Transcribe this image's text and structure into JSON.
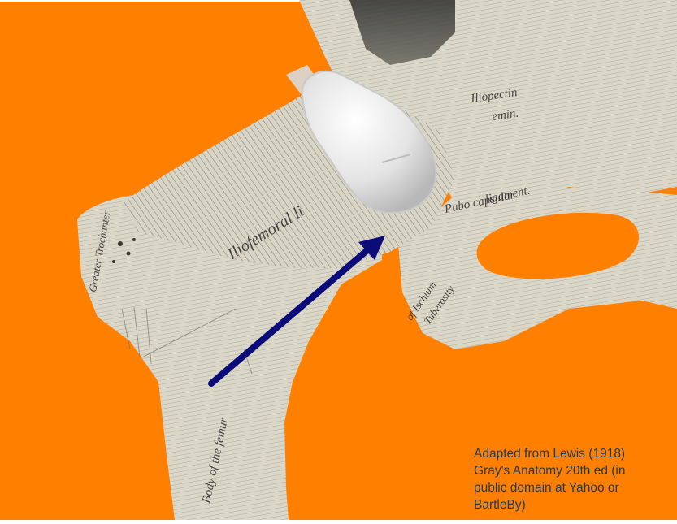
{
  "figure": {
    "background_color": "#FF8000",
    "bone_color": "#D9D6C8",
    "arrow_color": "#0B0B7A",
    "probe_color": "#E6E6E6",
    "labels": {
      "iliopectineal": [
        "Iliopectin",
        "emin."
      ],
      "pubocapsular": [
        "Pubo capsular",
        "ligament."
      ],
      "iliofemoral": "Iliofemoral li",
      "greater_trochanter": "Greater Trochanter",
      "body_of_femur": "Body of the femur",
      "tuberosity": [
        "Tuberosity",
        "of Ischium"
      ]
    }
  },
  "credit": {
    "lines": [
      "Adapted from Lewis (1918)",
      "Gray's Anatomy 20th ed (in",
      "public domain at Yahoo or",
      "BartleBy)"
    ]
  }
}
